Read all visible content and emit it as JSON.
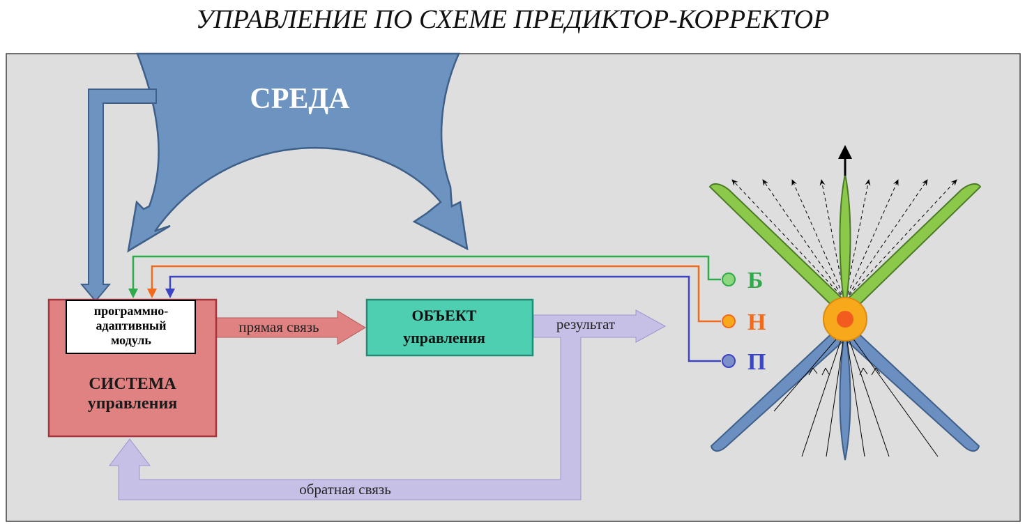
{
  "title": "УПРАВЛЕНИЕ ПО СХЕМЕ ПРЕДИКТОР-КОРРЕКТОР",
  "environment": {
    "label": "СРЕДА"
  },
  "control_system": {
    "line1": "СИСТЕМА",
    "line2": "управления"
  },
  "adaptive_module": {
    "line1": "программно-",
    "line2": "адаптивный",
    "line3": "модуль"
  },
  "control_object": {
    "line1": "ОБЪЕКТ",
    "line2": "управления"
  },
  "arrows": {
    "direct_link": "прямая связь",
    "result": "результат",
    "feedback": "обратная связь"
  },
  "scenarios": [
    {
      "letter": "Б",
      "color": "#2eaa4a"
    },
    {
      "letter": "Н",
      "color": "#f26a1b"
    },
    {
      "letter": "П",
      "color": "#3b44c4"
    }
  ],
  "colors": {
    "panel_bg": "#dedede",
    "environment": "#6d93c0",
    "control_system": "#e08282",
    "control_object": "#4fcfb2",
    "result_arrow": "#c7c0e6",
    "green_lobe": "#8cc94a",
    "blue_lobe": "#6a8fc0",
    "core_outer": "#f7a81b",
    "core_inner": "#f25c1e"
  }
}
